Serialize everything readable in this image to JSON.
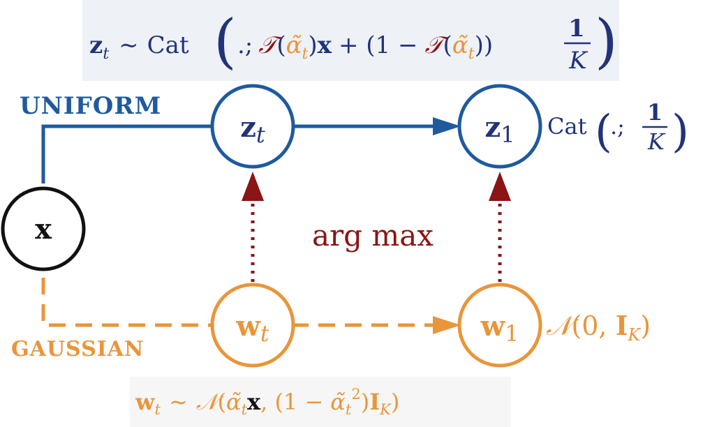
{
  "colors": {
    "blue": "#1f5a9e",
    "dark_blue": "#22337a",
    "orange": "#e8963a",
    "dark_red": "#8b1414",
    "black": "#111111",
    "panel_bg": "#eef1f6"
  },
  "formulas": {
    "top": {
      "z_lhs": "z",
      "z_sub": "t",
      "sim": "∼",
      "cat": "Cat",
      "lparen": "(",
      "arg_open": ".;",
      "T1": "𝒯",
      "paren1_open": "(",
      "alpha1": "α̃",
      "alpha1_sub": "t",
      "paren1_close": ")",
      "x_bold": "x",
      "plus_part": "+ (1 −",
      "T2": "𝒯",
      "paren2_open": "(",
      "alpha2": "α̃",
      "alpha2_sub": "t",
      "paren2_close": "))",
      "frac_num": "1",
      "frac_den": "K",
      "rparen": ")"
    },
    "prior_cat": {
      "cat": "Cat",
      "lparen": "(",
      "arg": ".;",
      "frac_num": "1",
      "frac_den": "K",
      "rparen": ")"
    },
    "prior_gauss": {
      "N": "𝒩",
      "body_open": "(0, ",
      "I": "I",
      "I_sub": "K",
      "close": ")"
    },
    "bottom": {
      "w_lhs": "w",
      "w_sub": "t",
      "sim": "∼",
      "N": "𝒩",
      "open": "(",
      "alpha": "α̃",
      "alpha_sub": "t",
      "x_bold": "x",
      "mid": ", (1 −",
      "alpha2": "α̃",
      "alpha2_sub": "t",
      "alpha2_sup": "2",
      "close_paren": ")",
      "I": "I",
      "I_sub": "K",
      "end": ")"
    }
  },
  "labels": {
    "uniform": "UNIFORM",
    "gaussian": "GAUSSIAN",
    "argmax": "arg max"
  },
  "nodes": {
    "x": {
      "main": "x"
    },
    "zt": {
      "main": "z",
      "sub": "t"
    },
    "z1": {
      "main": "z",
      "sub": "1"
    },
    "wt": {
      "main": "w",
      "sub": "t"
    },
    "w1": {
      "main": "w",
      "sub": "1"
    }
  }
}
